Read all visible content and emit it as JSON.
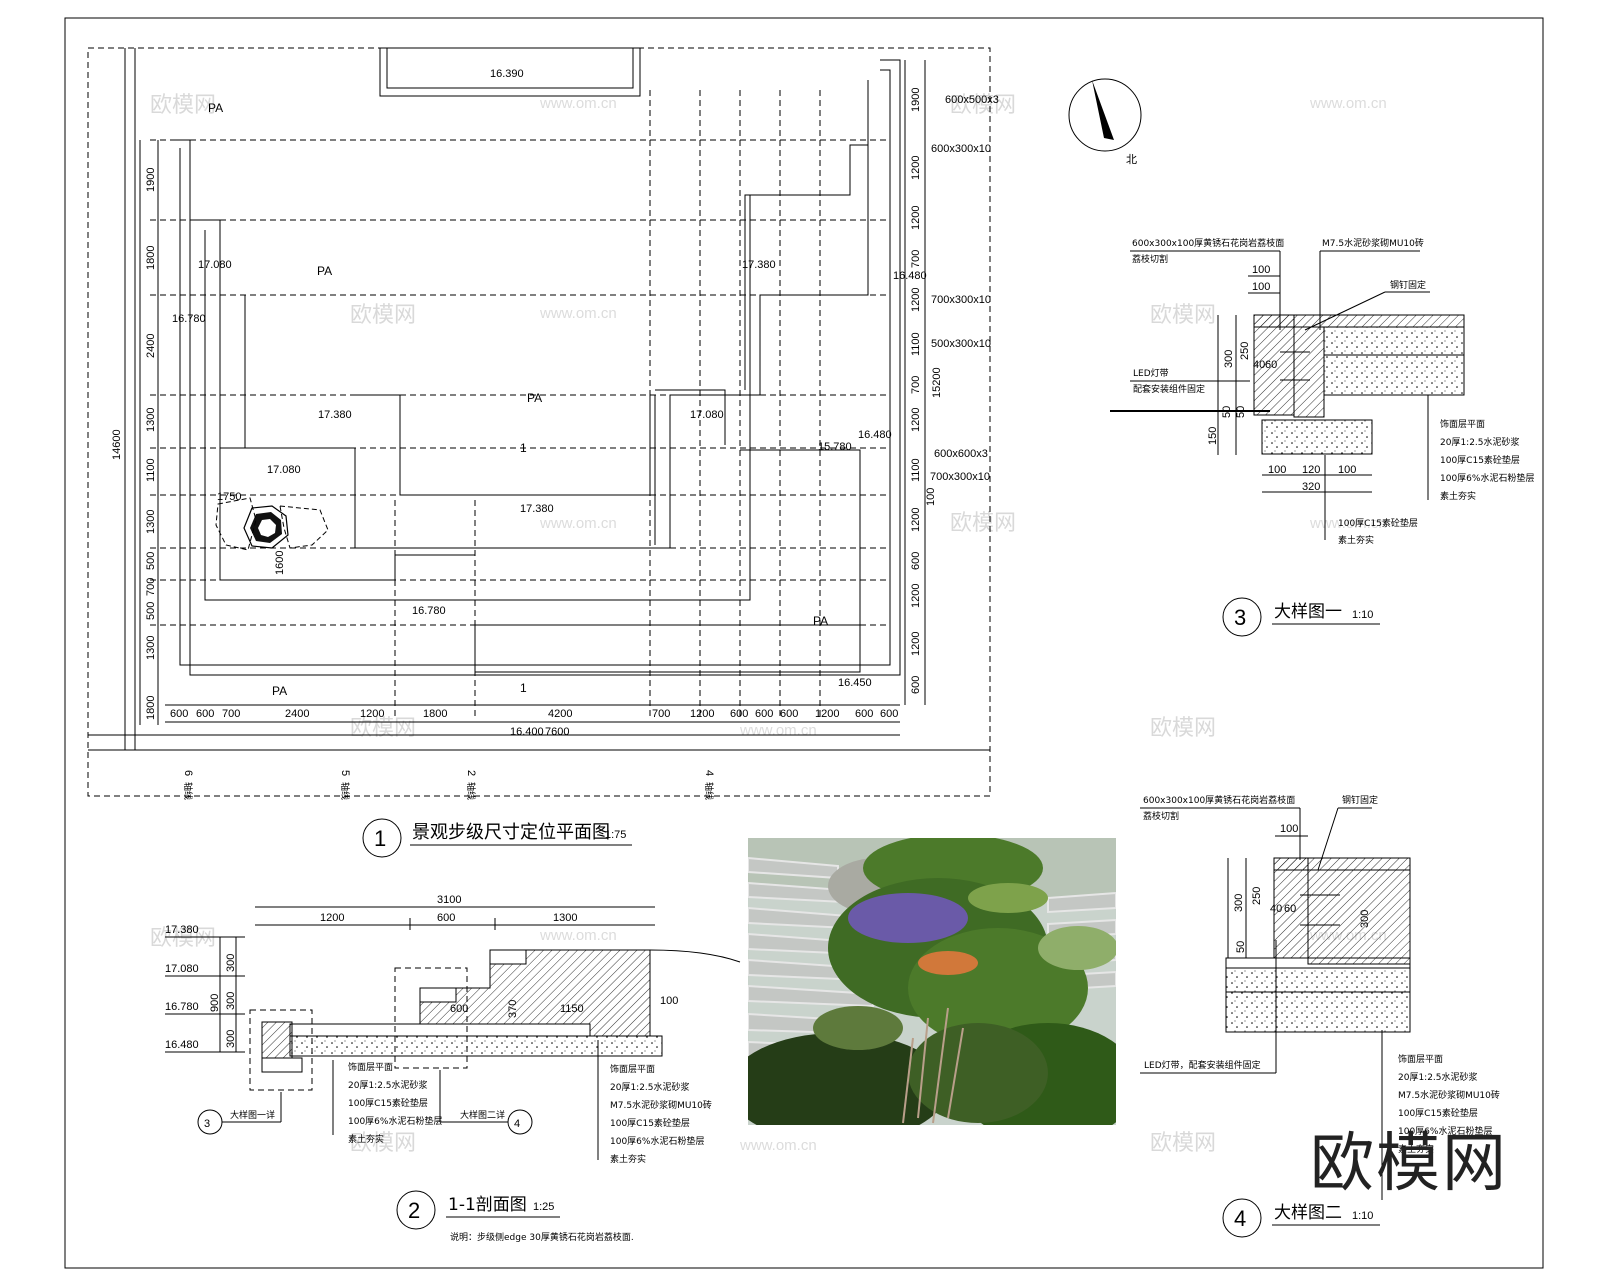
{
  "sheet": {
    "north_label": "北",
    "watermark_brand": "欧模网",
    "watermark_url": "www.om.cn",
    "corner_brand": "欧模网"
  },
  "plan": {
    "number": "1",
    "title": "景观步级尺寸定位平面图",
    "scale": "1:75",
    "area_labels": [
      "PA",
      "PA",
      "PA",
      "PA",
      "PA"
    ],
    "section_marks": [
      "1",
      "1"
    ],
    "elevations": [
      "16.390",
      "17.080",
      "16.780",
      "17.380",
      "17.080",
      "17.380",
      "17.380",
      "16.780",
      "17.080",
      "15.780",
      "16.480",
      "16.480",
      "16.450",
      "16.400"
    ],
    "left_dims": [
      "1900",
      "1800",
      "2400",
      "1300",
      "1100",
      "1300",
      "500",
      "700",
      "500",
      "1300",
      "1800"
    ],
    "left_total": "14600",
    "right_dims": [
      "1900",
      "1200",
      "1200",
      "700",
      "1200",
      "1100",
      "700",
      "1200",
      "1100",
      "1200",
      "600",
      "1200",
      "1200",
      "600"
    ],
    "right_total": "15200",
    "right_extra": "100",
    "bottom_dims": [
      "600",
      "600",
      "700",
      "2400",
      "1200",
      "1800",
      "4200",
      "700",
      "1200",
      "600",
      "600",
      "600",
      "1200",
      "600",
      "600"
    ],
    "bottom_total": "7600",
    "tree_dims": [
      "1750",
      "1600"
    ],
    "axis_labels": [
      "6",
      "5",
      "2",
      "4"
    ],
    "axis_sub": "轴线",
    "material_notes": [
      "600x500x3",
      "600x300x10",
      "700x300x10",
      "500x300x10",
      "600x600x3",
      "700x300x10"
    ]
  },
  "section": {
    "number": "2",
    "title": "1-1剖面图",
    "scale": "1:25",
    "note": "说明：步级侧edge 30厚黄锈石花岗岩荔枝面.",
    "top_total": "3100",
    "top_dims": [
      "1200",
      "600",
      "1300"
    ],
    "elev_labels": [
      "17.380",
      "17.080",
      "16.780",
      "16.480"
    ],
    "rise_dims": [
      "300",
      "300",
      "300",
      "900"
    ],
    "inner_dims": [
      "600",
      "370",
      "1150",
      "100"
    ],
    "layers": [
      "饰面层平面",
      "20厚1:2.5水泥砂浆",
      "100厚C15素砼垫层",
      "100厚6%水泥石粉垫层",
      "素土夯实"
    ],
    "layers_right": [
      "饰面层平面",
      "20厚1:2.5水泥砂浆",
      "M7.5水泥砂浆砌MU10砖",
      "100厚C15素砼垫层",
      "100厚6%水泥石粉垫层",
      "素土夯实"
    ],
    "callout_a": {
      "num": "3",
      "text": "大样图一详"
    },
    "callout_b": {
      "num": "4",
      "text": "大样图二详"
    }
  },
  "detail1": {
    "number": "3",
    "title": "大样图一",
    "scale": "1:10",
    "top_note": "600x300x100厚黄锈石花岗岩荔枝面",
    "top_note2": "荔枝切割",
    "mortar_note": "M7.5水泥砂浆砌MU10砖",
    "steel_note": "钢钉固定",
    "led_note": "LED灯带",
    "led_note2": "配套安装组件固定",
    "dims_top": [
      "100",
      "100"
    ],
    "dims_left": [
      "300",
      "250",
      "40",
      "60",
      "50",
      "50",
      "150"
    ],
    "dims_bottom": [
      "100",
      "120",
      "100"
    ],
    "bottom_total": "320",
    "layers": [
      "饰面层平面",
      "20厚1:2.5水泥砂浆",
      "100厚C15素砼垫层",
      "100厚6%水泥石粉垫层",
      "素土夯实"
    ],
    "footing_notes": [
      "100厚C15素砼垫层",
      "素土夯实"
    ]
  },
  "detail2": {
    "number": "4",
    "title": "大样图二",
    "scale": "1:10",
    "top_note": "600x300x100厚黄锈石花岗岩荔枝面",
    "top_note2": "荔枝切割",
    "steel_note": "钢钉固定",
    "led_note": "LED灯带，配套安装组件固定",
    "dims_top": [
      "100"
    ],
    "dims_left": [
      "300",
      "250",
      "40",
      "60",
      "50"
    ],
    "dim_right": "300",
    "layers": [
      "饰面层平面",
      "20厚1:2.5水泥砂浆",
      "M7.5水泥砂浆砌MU10砖",
      "100厚C15素砼垫层",
      "100厚6%水泥石粉垫层",
      "素土夯实"
    ]
  },
  "colors": {
    "line": "#000000",
    "watermark": "#d9d9d9",
    "photo_sky": "#c9d3cc",
    "photo_steps": "#c4c7c4",
    "photo_green": "#4c7a2a",
    "photo_dark": "#253d17",
    "photo_flower": "#6a5aa8"
  }
}
